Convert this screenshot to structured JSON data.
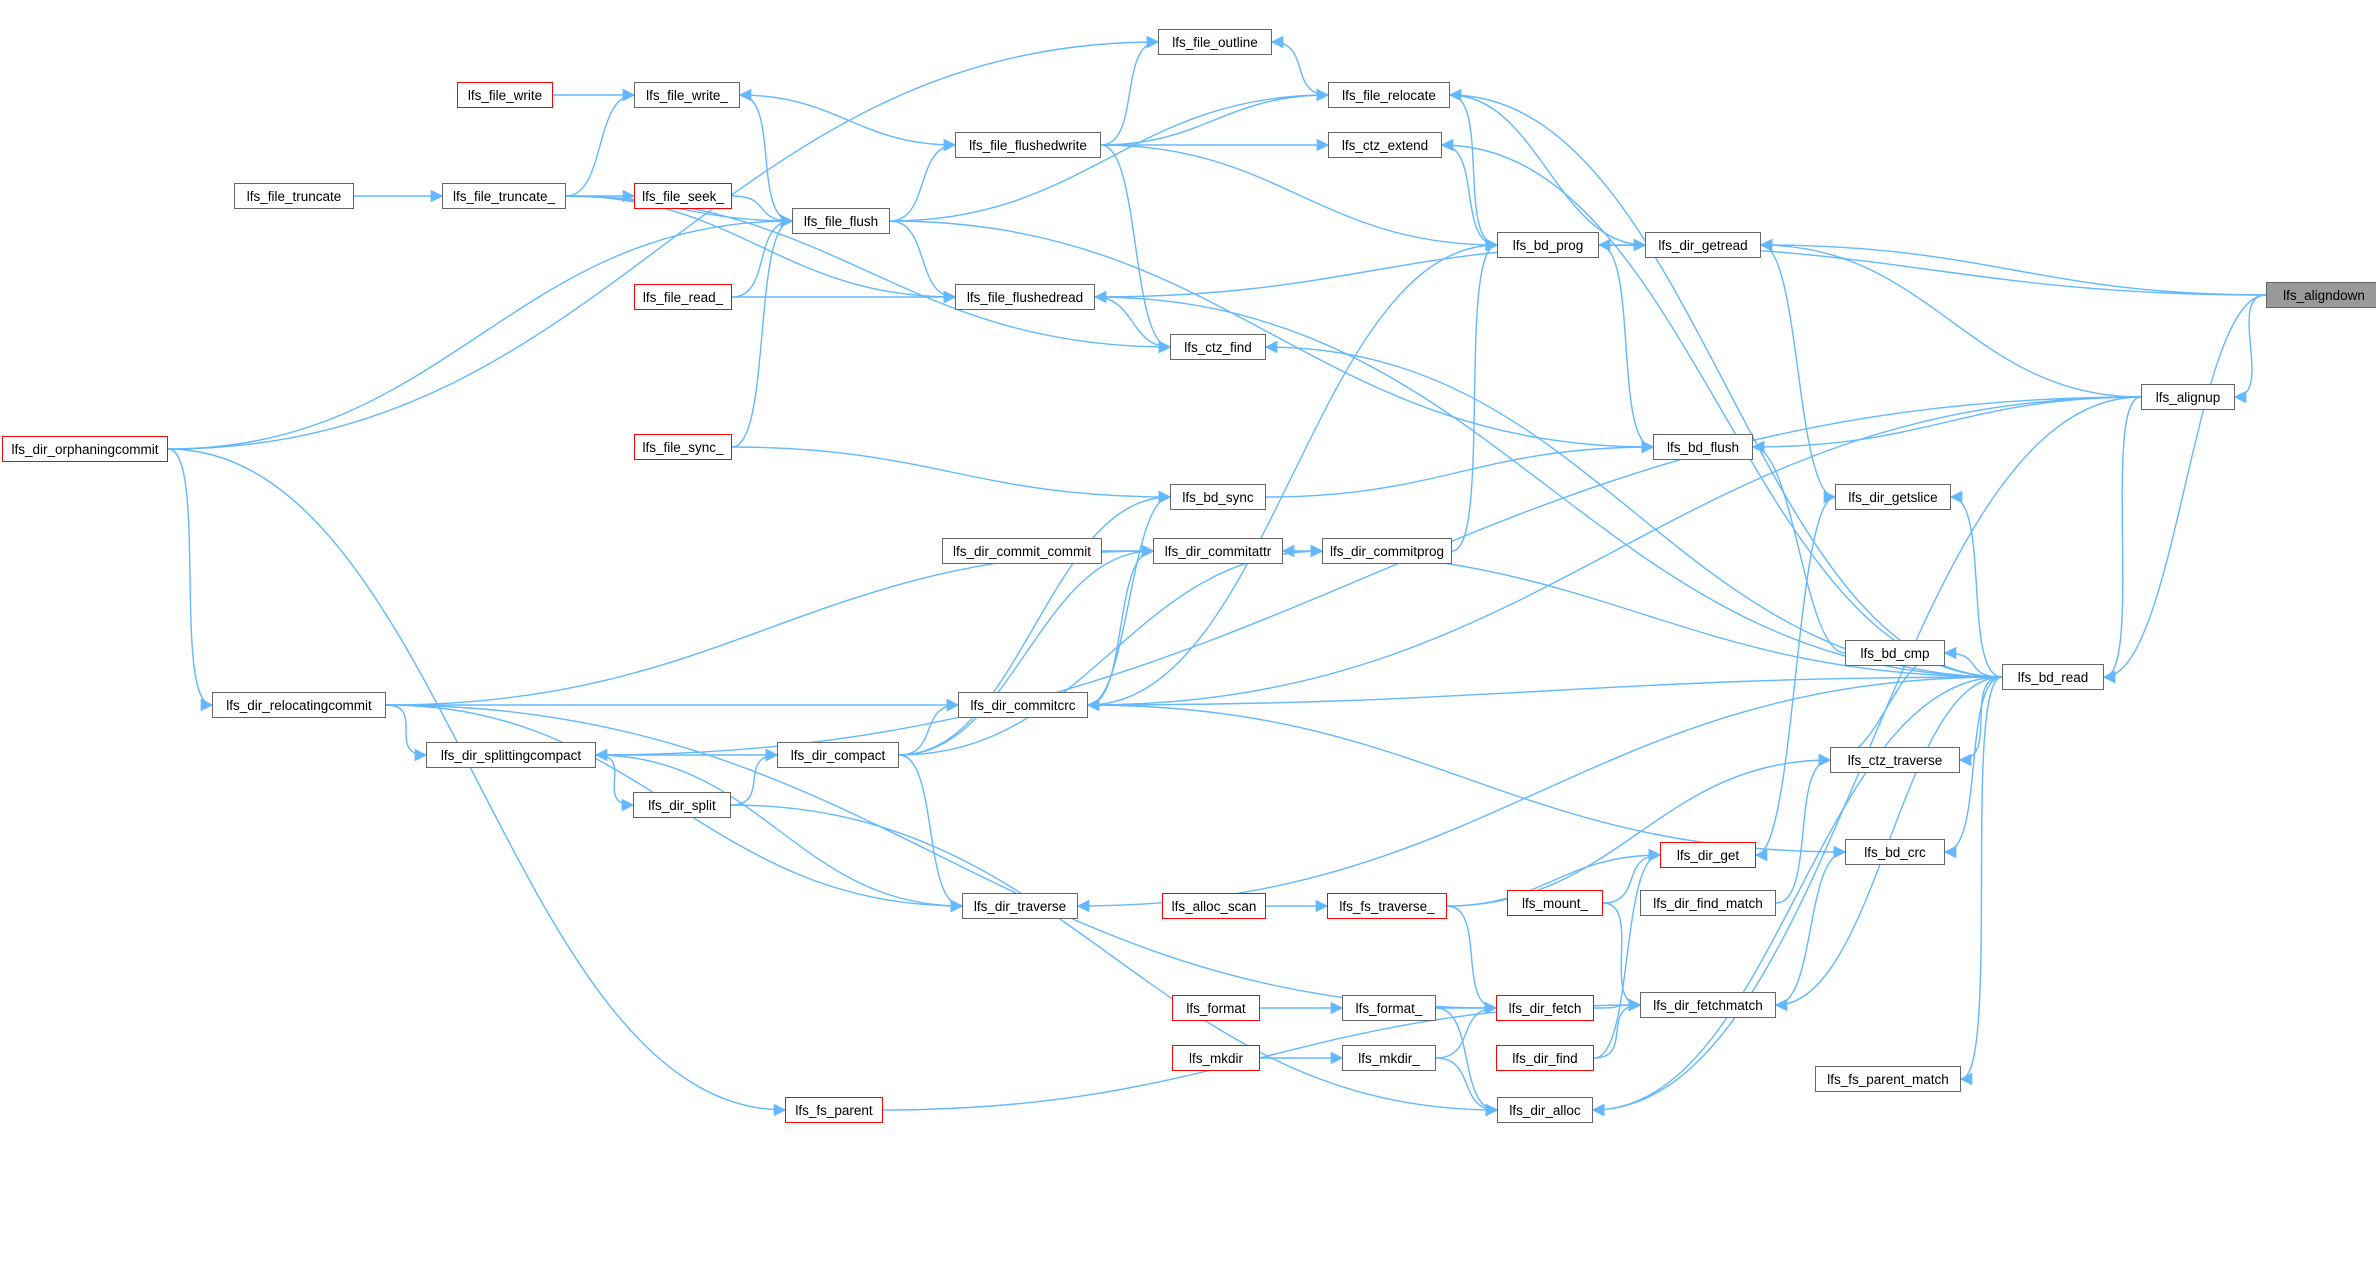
{
  "colors": {
    "edge": "#63b8ff",
    "node_border": "#666666",
    "node_border_red": "#ff0000",
    "root_fill": "#999999",
    "background": "#ffffff"
  },
  "nodes": [
    {
      "id": "lfs_aligndown",
      "label": "lfs_aligndown",
      "style": "root"
    },
    {
      "id": "lfs_alignup",
      "label": "lfs_alignup",
      "style": "normal"
    },
    {
      "id": "lfs_bd_read",
      "label": "lfs_bd_read",
      "style": "normal"
    },
    {
      "id": "lfs_bd_prog",
      "label": "lfs_bd_prog",
      "style": "normal"
    },
    {
      "id": "lfs_dir_getread",
      "label": "lfs_dir_getread",
      "style": "normal"
    },
    {
      "id": "lfs_bd_flush",
      "label": "lfs_bd_flush",
      "style": "normal"
    },
    {
      "id": "lfs_dir_getslice",
      "label": "lfs_dir_getslice",
      "style": "normal"
    },
    {
      "id": "lfs_bd_cmp",
      "label": "lfs_bd_cmp",
      "style": "normal"
    },
    {
      "id": "lfs_ctz_traverse",
      "label": "lfs_ctz_traverse",
      "style": "normal"
    },
    {
      "id": "lfs_bd_crc",
      "label": "lfs_bd_crc",
      "style": "normal"
    },
    {
      "id": "lfs_dir_get",
      "label": "lfs_dir_get",
      "style": "red"
    },
    {
      "id": "lfs_dir_find_match",
      "label": "lfs_dir_find_match",
      "style": "normal"
    },
    {
      "id": "lfs_mount_",
      "label": "lfs_mount_",
      "style": "red"
    },
    {
      "id": "lfs_dir_fetchmatch",
      "label": "lfs_dir_fetchmatch",
      "style": "normal"
    },
    {
      "id": "lfs_fs_parent_match",
      "label": "lfs_fs_parent_match",
      "style": "normal"
    },
    {
      "id": "lfs_file_outline",
      "label": "lfs_file_outline",
      "style": "normal"
    },
    {
      "id": "lfs_file_relocate",
      "label": "lfs_file_relocate",
      "style": "normal"
    },
    {
      "id": "lfs_ctz_extend",
      "label": "lfs_ctz_extend",
      "style": "normal"
    },
    {
      "id": "lfs_ctz_find",
      "label": "lfs_ctz_find",
      "style": "normal"
    },
    {
      "id": "lfs_bd_sync",
      "label": "lfs_bd_sync",
      "style": "normal"
    },
    {
      "id": "lfs_dir_commitattr",
      "label": "lfs_dir_commitattr",
      "style": "normal"
    },
    {
      "id": "lfs_dir_commitprog",
      "label": "lfs_dir_commitprog",
      "style": "normal"
    },
    {
      "id": "lfs_dir_commit_commit",
      "label": "lfs_dir_commit_commit",
      "style": "normal"
    },
    {
      "id": "lfs_dir_commitcrc",
      "label": "lfs_dir_commitcrc",
      "style": "normal"
    },
    {
      "id": "lfs_file_write_",
      "label": "lfs_file_write_",
      "style": "normal"
    },
    {
      "id": "lfs_file_write",
      "label": "lfs_file_write",
      "style": "red"
    },
    {
      "id": "lfs_file_flushedwrite",
      "label": "lfs_file_flushedwrite",
      "style": "normal"
    },
    {
      "id": "lfs_file_flush",
      "label": "lfs_file_flush",
      "style": "normal"
    },
    {
      "id": "lfs_file_seek_",
      "label": "lfs_file_seek_",
      "style": "red"
    },
    {
      "id": "lfs_file_read_",
      "label": "lfs_file_read_",
      "style": "red"
    },
    {
      "id": "lfs_file_flushedread",
      "label": "lfs_file_flushedread",
      "style": "normal"
    },
    {
      "id": "lfs_file_sync_",
      "label": "lfs_file_sync_",
      "style": "red"
    },
    {
      "id": "lfs_file_truncate",
      "label": "lfs_file_truncate",
      "style": "normal"
    },
    {
      "id": "lfs_file_truncate_",
      "label": "lfs_file_truncate_",
      "style": "normal"
    },
    {
      "id": "lfs_dir_orphaningcommit",
      "label": "lfs_dir_orphaningcommit",
      "style": "red"
    },
    {
      "id": "lfs_dir_relocatingcommit",
      "label": "lfs_dir_relocatingcommit",
      "style": "normal"
    },
    {
      "id": "lfs_dir_splittingcompact",
      "label": "lfs_dir_splittingcompact",
      "style": "normal"
    },
    {
      "id": "lfs_dir_compact",
      "label": "lfs_dir_compact",
      "style": "normal"
    },
    {
      "id": "lfs_dir_split",
      "label": "lfs_dir_split",
      "style": "normal"
    },
    {
      "id": "lfs_dir_traverse",
      "label": "lfs_dir_traverse",
      "style": "normal"
    },
    {
      "id": "lfs_alloc_scan",
      "label": "lfs_alloc_scan",
      "style": "red"
    },
    {
      "id": "lfs_fs_traverse_",
      "label": "lfs_fs_traverse_",
      "style": "red"
    },
    {
      "id": "lfs_format",
      "label": "lfs_format",
      "style": "red"
    },
    {
      "id": "lfs_format_",
      "label": "lfs_format_",
      "style": "normal"
    },
    {
      "id": "lfs_dir_fetch",
      "label": "lfs_dir_fetch",
      "style": "red"
    },
    {
      "id": "lfs_mkdir",
      "label": "lfs_mkdir",
      "style": "red"
    },
    {
      "id": "lfs_mkdir_",
      "label": "lfs_mkdir_",
      "style": "normal"
    },
    {
      "id": "lfs_dir_find",
      "label": "lfs_dir_find",
      "style": "red"
    },
    {
      "id": "lfs_dir_alloc",
      "label": "lfs_dir_alloc",
      "style": "normal"
    },
    {
      "id": "lfs_fs_parent",
      "label": "lfs_fs_parent",
      "style": "red"
    }
  ],
  "edges": [
    [
      "lfs_alignup",
      "lfs_aligndown"
    ],
    [
      "lfs_bd_read",
      "lfs_aligndown"
    ],
    [
      "lfs_bd_prog",
      "lfs_aligndown"
    ],
    [
      "lfs_dir_getread",
      "lfs_aligndown"
    ],
    [
      "lfs_bd_read",
      "lfs_alignup"
    ],
    [
      "lfs_bd_flush",
      "lfs_alignup"
    ],
    [
      "lfs_dir_getread",
      "lfs_alignup"
    ],
    [
      "lfs_dir_commitcrc",
      "lfs_alignup"
    ],
    [
      "lfs_dir_splittingcompact",
      "lfs_alignup"
    ],
    [
      "lfs_dir_alloc",
      "lfs_alignup"
    ],
    [
      "lfs_dir_getslice",
      "lfs_bd_read"
    ],
    [
      "lfs_bd_cmp",
      "lfs_bd_read"
    ],
    [
      "lfs_ctz_traverse",
      "lfs_bd_read"
    ],
    [
      "lfs_bd_crc",
      "lfs_bd_read"
    ],
    [
      "lfs_dir_fetchmatch",
      "lfs_bd_read"
    ],
    [
      "lfs_fs_parent_match",
      "lfs_bd_read"
    ],
    [
      "lfs_dir_commitattr",
      "lfs_bd_read"
    ],
    [
      "lfs_dir_commitcrc",
      "lfs_bd_read"
    ],
    [
      "lfs_file_relocate",
      "lfs_bd_read"
    ],
    [
      "lfs_ctz_extend",
      "lfs_bd_read"
    ],
    [
      "lfs_ctz_find",
      "lfs_bd_read"
    ],
    [
      "lfs_file_flushedread",
      "lfs_bd_read"
    ],
    [
      "lfs_dir_traverse",
      "lfs_bd_read"
    ],
    [
      "lfs_dir_alloc",
      "lfs_bd_read"
    ],
    [
      "lfs_dir_getread",
      "lfs_file_relocate"
    ],
    [
      "lfs_dir_getread",
      "lfs_file_flushedread"
    ],
    [
      "lfs_dir_getslice",
      "lfs_dir_getread"
    ],
    [
      "lfs_dir_get",
      "lfs_dir_getslice"
    ],
    [
      "lfs_bd_flush",
      "lfs_bd_prog"
    ],
    [
      "lfs_bd_flush",
      "lfs_bd_cmp"
    ],
    [
      "lfs_bd_flush",
      "lfs_bd_sync"
    ],
    [
      "lfs_bd_flush",
      "lfs_file_flush"
    ],
    [
      "lfs_bd_prog",
      "lfs_file_relocate"
    ],
    [
      "lfs_bd_prog",
      "lfs_ctz_extend"
    ],
    [
      "lfs_bd_prog",
      "lfs_file_flushedwrite"
    ],
    [
      "lfs_bd_prog",
      "lfs_dir_commitprog"
    ],
    [
      "lfs_bd_prog",
      "lfs_dir_commitcrc"
    ],
    [
      "lfs_bd_cmp",
      "lfs_ctz_traverse"
    ],
    [
      "lfs_ctz_traverse",
      "lfs_dir_find_match"
    ],
    [
      "lfs_ctz_traverse",
      "lfs_fs_traverse_"
    ],
    [
      "lfs_bd_crc",
      "lfs_dir_commitcrc"
    ],
    [
      "lfs_bd_crc",
      "lfs_dir_fetchmatch"
    ],
    [
      "lfs_file_outline",
      "lfs_file_relocate"
    ],
    [
      "lfs_file_outline",
      "lfs_file_flushedwrite"
    ],
    [
      "lfs_file_outline",
      "lfs_dir_orphaningcommit"
    ],
    [
      "lfs_file_relocate",
      "lfs_file_flushedwrite"
    ],
    [
      "lfs_file_relocate",
      "lfs_file_flush"
    ],
    [
      "lfs_ctz_extend",
      "lfs_file_flushedwrite"
    ],
    [
      "lfs_ctz_find",
      "lfs_file_flushedwrite"
    ],
    [
      "lfs_ctz_find",
      "lfs_file_flushedread"
    ],
    [
      "lfs_ctz_find",
      "lfs_file_truncate_"
    ],
    [
      "lfs_file_flushedwrite",
      "lfs_file_write_"
    ],
    [
      "lfs_file_flushedwrite",
      "lfs_file_flush"
    ],
    [
      "lfs_file_write_",
      "lfs_file_write"
    ],
    [
      "lfs_file_write_",
      "lfs_file_truncate_"
    ],
    [
      "lfs_file_write_",
      "lfs_file_flush"
    ],
    [
      "lfs_file_flush",
      "lfs_file_truncate_"
    ],
    [
      "lfs_file_flush",
      "lfs_file_seek_"
    ],
    [
      "lfs_file_flush",
      "lfs_file_read_"
    ],
    [
      "lfs_file_flush",
      "lfs_file_sync_"
    ],
    [
      "lfs_file_flush",
      "lfs_dir_orphaningcommit"
    ],
    [
      "lfs_file_flushedread",
      "lfs_file_flush"
    ],
    [
      "lfs_file_flushedread",
      "lfs_file_read_"
    ],
    [
      "lfs_file_flushedread",
      "lfs_file_truncate_"
    ],
    [
      "lfs_file_seek_",
      "lfs_file_truncate_"
    ],
    [
      "lfs_file_truncate_",
      "lfs_file_truncate"
    ],
    [
      "lfs_bd_sync",
      "lfs_file_sync_"
    ],
    [
      "lfs_bd_sync",
      "lfs_dir_commitcrc"
    ],
    [
      "lfs_bd_sync",
      "lfs_dir_compact"
    ],
    [
      "lfs_dir_commitprog",
      "lfs_dir_commitattr"
    ],
    [
      "lfs_dir_commitprog",
      "lfs_dir_compact"
    ],
    [
      "lfs_dir_commitattr",
      "lfs_dir_commit_commit"
    ],
    [
      "lfs_dir_commitattr",
      "lfs_dir_commitcrc"
    ],
    [
      "lfs_dir_commitattr",
      "lfs_dir_compact"
    ],
    [
      "lfs_dir_commitattr",
      "lfs_dir_relocatingcommit"
    ],
    [
      "lfs_dir_commitcrc",
      "lfs_dir_relocatingcommit"
    ],
    [
      "lfs_dir_commitcrc",
      "lfs_dir_compact"
    ],
    [
      "lfs_dir_relocatingcommit",
      "lfs_dir_orphaningcommit"
    ],
    [
      "lfs_dir_splittingcompact",
      "lfs_dir_relocatingcommit"
    ],
    [
      "lfs_dir_compact",
      "lfs_dir_splittingcompact"
    ],
    [
      "lfs_dir_compact",
      "lfs_dir_split"
    ],
    [
      "lfs_dir_split",
      "lfs_dir_splittingcompact"
    ],
    [
      "lfs_dir_traverse",
      "lfs_dir_relocatingcommit"
    ],
    [
      "lfs_dir_traverse",
      "lfs_dir_splittingcompact"
    ],
    [
      "lfs_dir_traverse",
      "lfs_dir_compact"
    ],
    [
      "lfs_dir_get",
      "lfs_mount_"
    ],
    [
      "lfs_dir_get",
      "lfs_fs_traverse_"
    ],
    [
      "lfs_dir_get",
      "lfs_dir_find"
    ],
    [
      "lfs_fs_traverse_",
      "lfs_alloc_scan"
    ],
    [
      "lfs_dir_fetch",
      "lfs_fs_traverse_"
    ],
    [
      "lfs_dir_fetch",
      "lfs_format_"
    ],
    [
      "lfs_dir_fetch",
      "lfs_mkdir_"
    ],
    [
      "lfs_dir_fetch",
      "lfs_dir_relocatingcommit"
    ],
    [
      "lfs_format_",
      "lfs_format"
    ],
    [
      "lfs_mkdir_",
      "lfs_mkdir"
    ],
    [
      "lfs_dir_fetchmatch",
      "lfs_mount_"
    ],
    [
      "lfs_dir_fetchmatch",
      "lfs_dir_fetch"
    ],
    [
      "lfs_dir_fetchmatch",
      "lfs_dir_find"
    ],
    [
      "lfs_dir_fetchmatch",
      "lfs_fs_parent"
    ],
    [
      "lfs_dir_alloc",
      "lfs_format_"
    ],
    [
      "lfs_dir_alloc",
      "lfs_mkdir_"
    ],
    [
      "lfs_dir_alloc",
      "lfs_dir_split"
    ],
    [
      "lfs_fs_parent",
      "lfs_dir_orphaningcommit"
    ]
  ]
}
